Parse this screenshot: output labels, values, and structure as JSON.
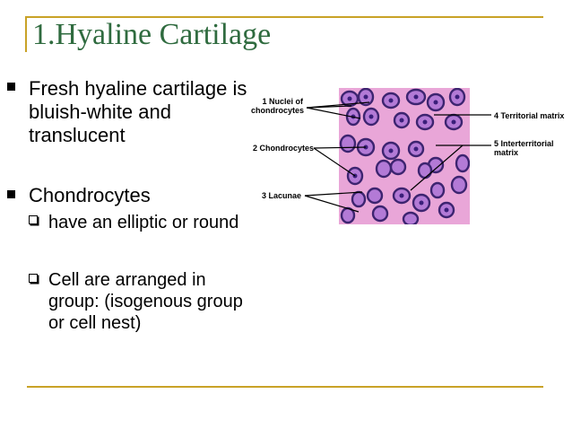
{
  "slide": {
    "title": "1.Hyaline Cartilage",
    "bullets": [
      {
        "lines": [
          "Fresh hyaline cartilage is",
          "bluish-white and",
          "translucent"
        ]
      },
      {
        "lines": [
          "Chondrocytes"
        ]
      }
    ],
    "subbullets": [
      {
        "lines": [
          "have an elliptic or round"
        ]
      },
      {
        "lines": [
          "Cell are arranged in",
          "group: (isogenous group",
          "or cell nest)"
        ]
      }
    ],
    "figure": {
      "labels": {
        "nuclei_line1": "1 Nuclei of",
        "nuclei_line2": "chondrocytes",
        "chondrocytes": "2 Chondrocytes",
        "lacunae": "3 Lacunae",
        "territorial": "4 Territorial matrix",
        "interterritorial_line1": "5 Interterritorial",
        "interterritorial_line2": "matrix"
      }
    }
  },
  "colors": {
    "title": "#2f6b3f",
    "rule": "#c9a227",
    "matrix": "#e9a6d8",
    "cell": "#4a2e8a"
  }
}
